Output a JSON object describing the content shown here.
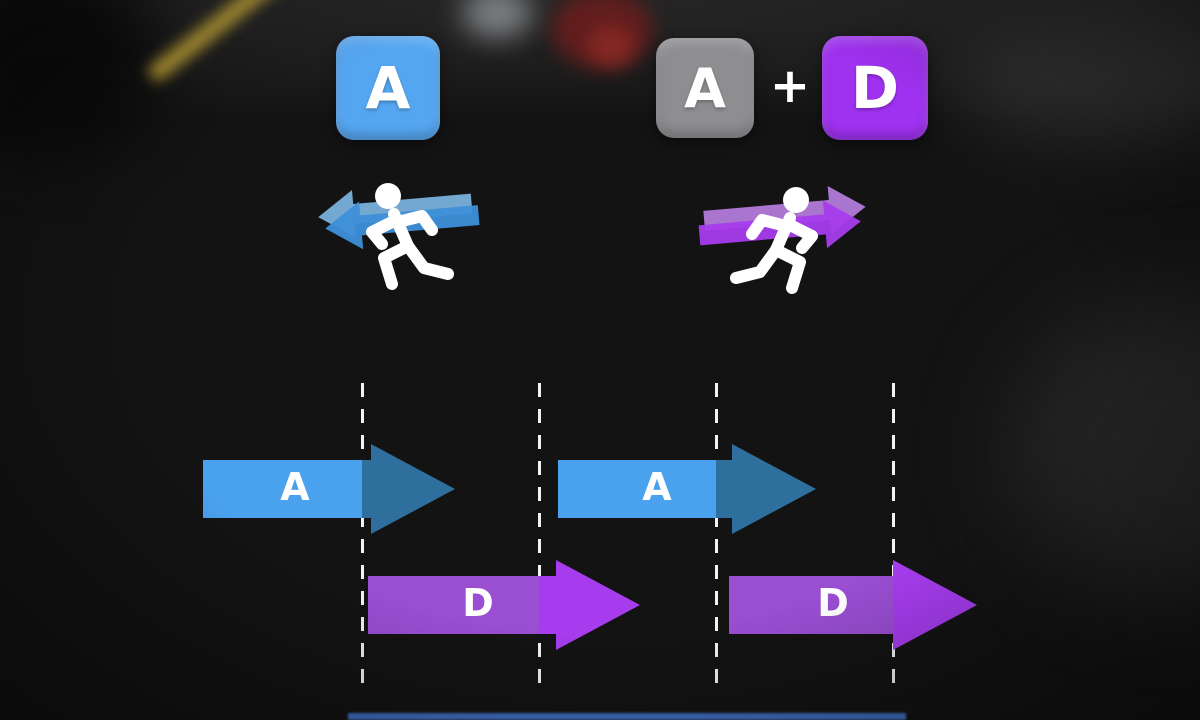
{
  "keys": {
    "single": {
      "label": "A"
    },
    "combo_a": {
      "label": "A"
    },
    "plus": "+",
    "combo_d": {
      "label": "D"
    }
  },
  "timeline": {
    "arrows": [
      {
        "label": "A",
        "color_name": "blue"
      },
      {
        "label": "D",
        "color_name": "purple"
      },
      {
        "label": "A",
        "color_name": "blue"
      },
      {
        "label": "D",
        "color_name": "purple"
      }
    ]
  },
  "colors": {
    "key-blue": "#55a6f1",
    "key-gray": "#8e8d90",
    "key-purple": "#9f31f0",
    "arrow-blue": "#4aa1ee",
    "arrow-blue-dark": "#2e6f9d",
    "arrow-purple": "#9a4ed2",
    "arrow-purple-bright": "#a63cee",
    "runner-blue": "#3d8fd8",
    "runner-blue-light": "#85c3f2",
    "runner-purple": "#a63cee",
    "runner-purple-light": "#c487f0",
    "dash-white": "#ffffff"
  }
}
